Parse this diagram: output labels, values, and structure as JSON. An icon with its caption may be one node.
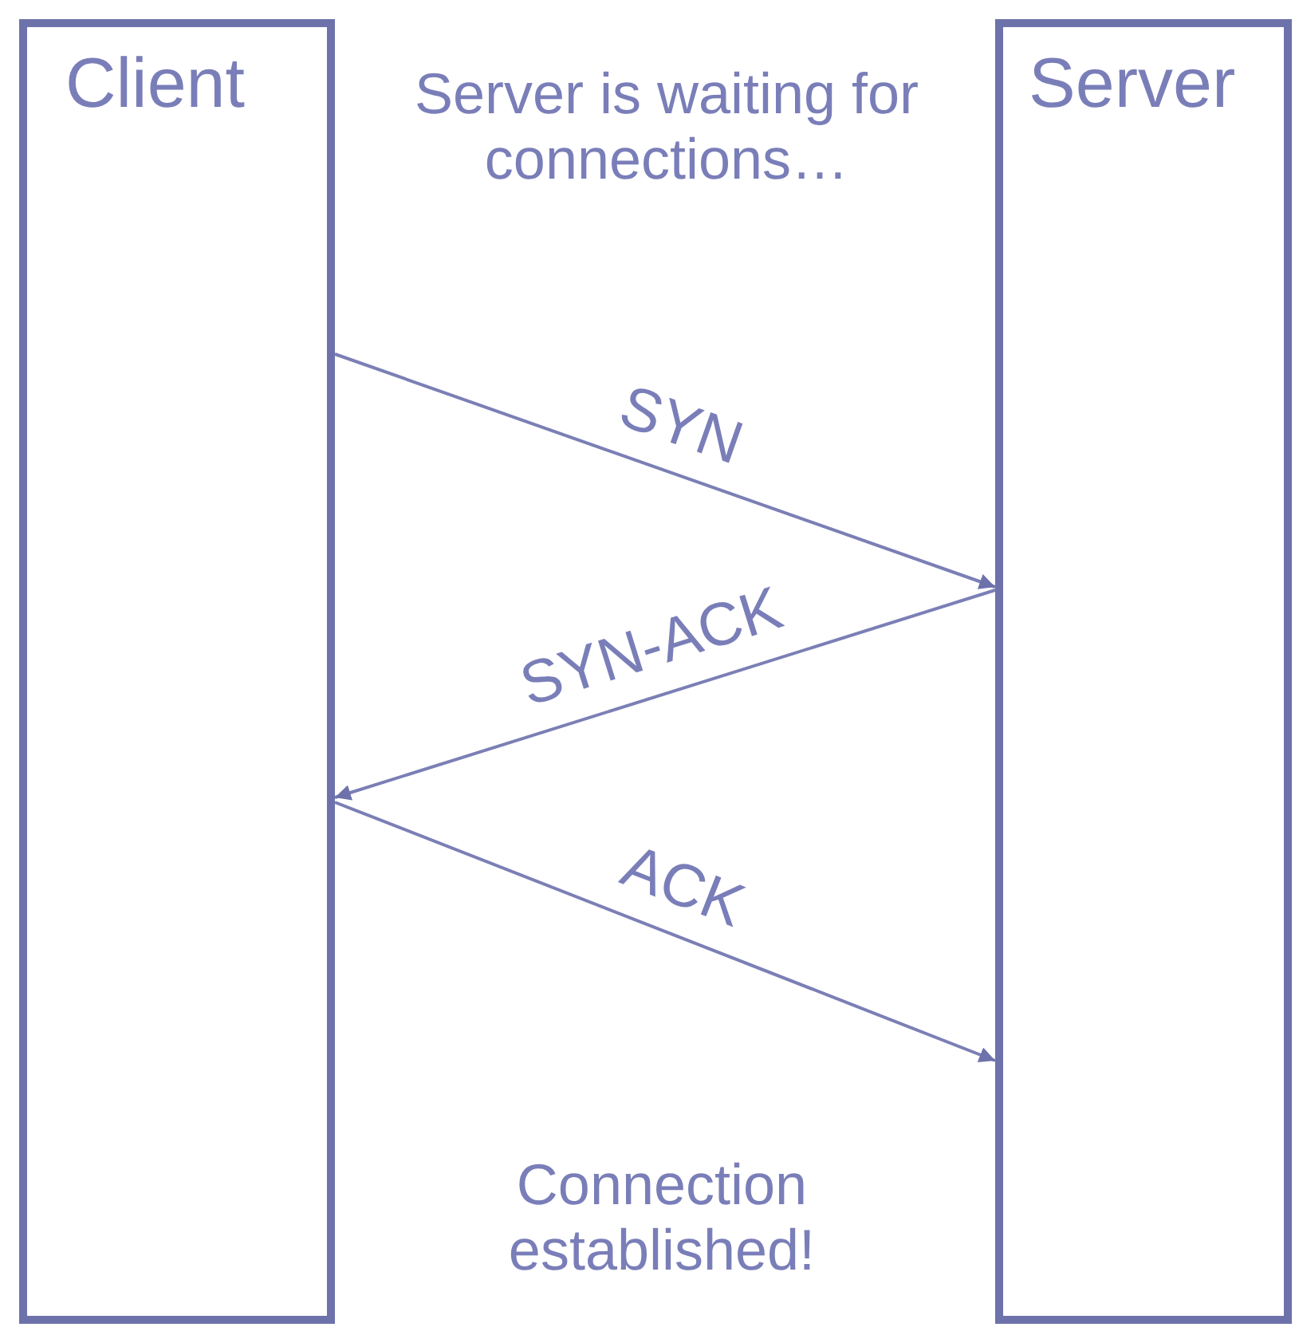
{
  "diagram": {
    "nodes": [
      {
        "text": [
          "Client"
        ]
      },
      {
        "text": [
          "Server"
        ]
      }
    ],
    "edges": [
      {
        "from": 0,
        "to": 1,
        "arrow": "to",
        "label": "SYN"
      },
      {
        "from": 1,
        "to": 0,
        "arrow": "to",
        "label": "SYN-ACK"
      },
      {
        "from": 0,
        "to": 1,
        "arrow": "to",
        "label": "ACK"
      }
    ],
    "labels": [
      "Server is waiting for connections…",
      "Connection established!"
    ]
  }
}
